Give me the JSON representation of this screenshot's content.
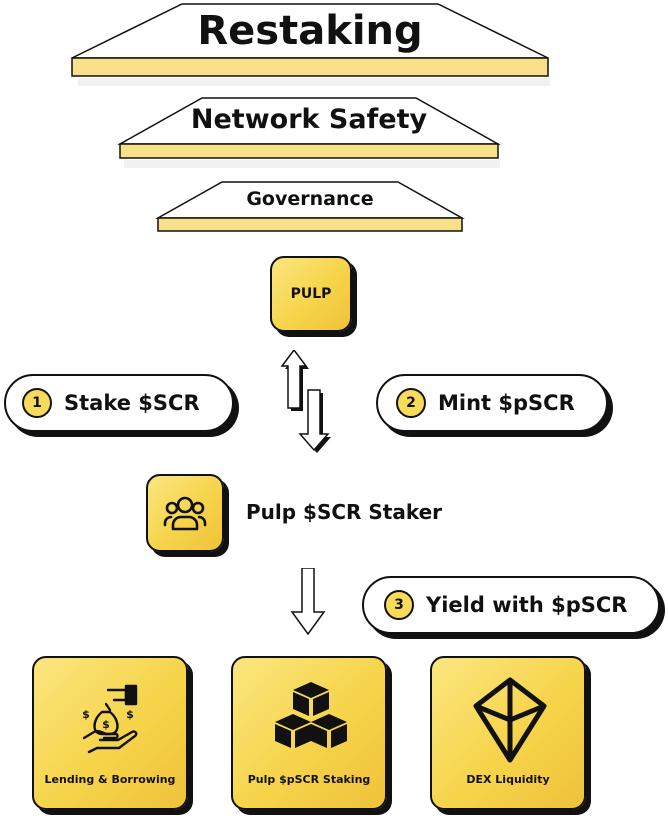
{
  "tiers": {
    "restaking": "Restaking",
    "network_safety": "Network Safety",
    "governance": "Governance"
  },
  "token": {
    "label": "PULP"
  },
  "steps": [
    {
      "number": "1",
      "label": "Stake $SCR"
    },
    {
      "number": "2",
      "label": "Mint $pSCR"
    },
    {
      "number": "3",
      "label": "Yield with $pSCR"
    }
  ],
  "staker": {
    "label": "Pulp $SCR Staker",
    "icon": "users-icon"
  },
  "cards": [
    {
      "label": "Lending & Borrowing",
      "icon": "money-bag-hand-icon"
    },
    {
      "label": "Pulp $pSCR Staking",
      "icon": "stacked-cubes-icon"
    },
    {
      "label": "DEX Liquidity",
      "icon": "diamond-gem-icon"
    }
  ],
  "colors": {
    "accent": "#f6d44a",
    "outline": "#111111",
    "background": "#ffffff"
  }
}
